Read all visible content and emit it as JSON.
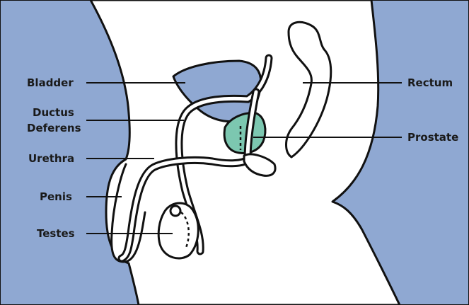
{
  "colors": {
    "background": "#8fa8d2",
    "body": "#ffffff",
    "bladder": "#8fa8d2",
    "prostate": "#7cc7b0",
    "outline": "#111111"
  },
  "labels": {
    "bladder": "Bladder",
    "ductus_line1": "Ductus",
    "ductus_line2": "Deferens",
    "urethra": "Urethra",
    "penis": "Penis",
    "testes": "Testes",
    "rectum": "Rectum",
    "prostate": "Prostate"
  }
}
